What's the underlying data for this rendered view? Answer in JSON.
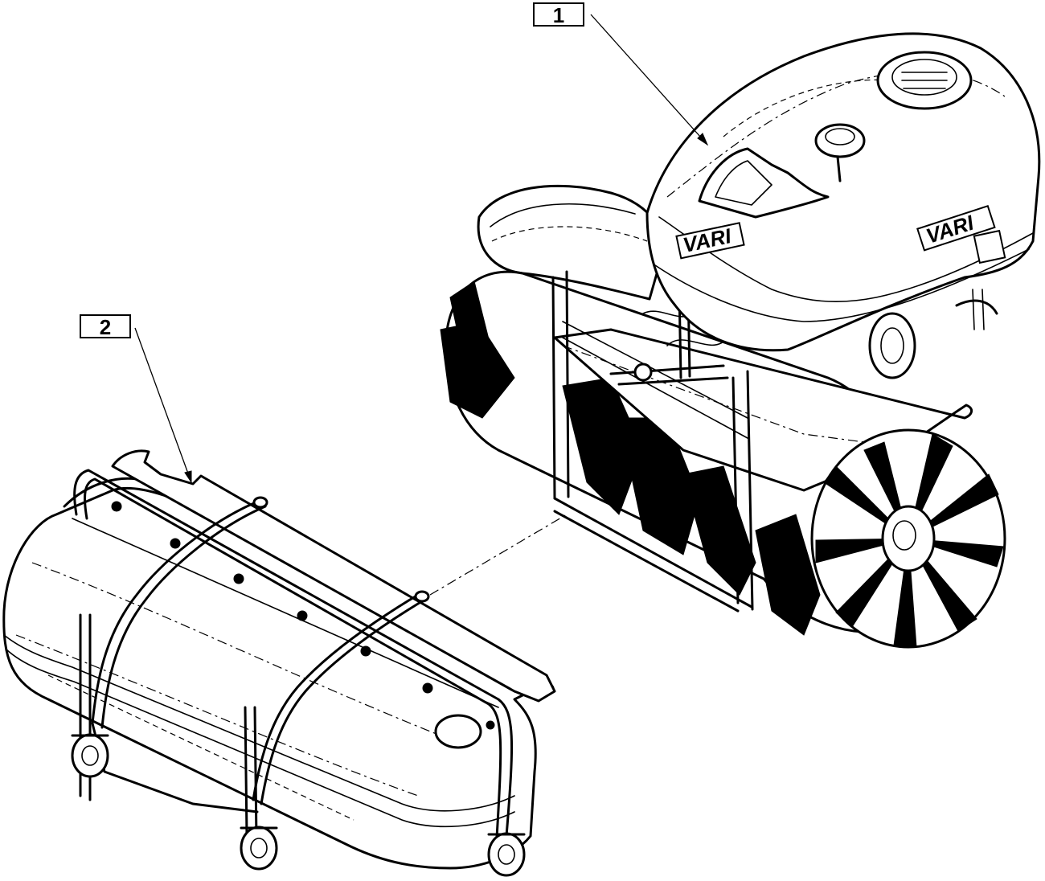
{
  "diagram": {
    "callouts": [
      {
        "id": "1",
        "label": "1"
      },
      {
        "id": "2",
        "label": "2"
      }
    ],
    "logos": [
      {
        "id": "vari-logo-front",
        "text": "VARI"
      },
      {
        "id": "vari-logo-side",
        "text": "VARI"
      }
    ],
    "parts": [
      {
        "ref": "1",
        "part": "engine-cover"
      },
      {
        "ref": "2",
        "part": "collection-box"
      }
    ],
    "colors": {
      "line": "#000000",
      "background": "#ffffff"
    }
  }
}
